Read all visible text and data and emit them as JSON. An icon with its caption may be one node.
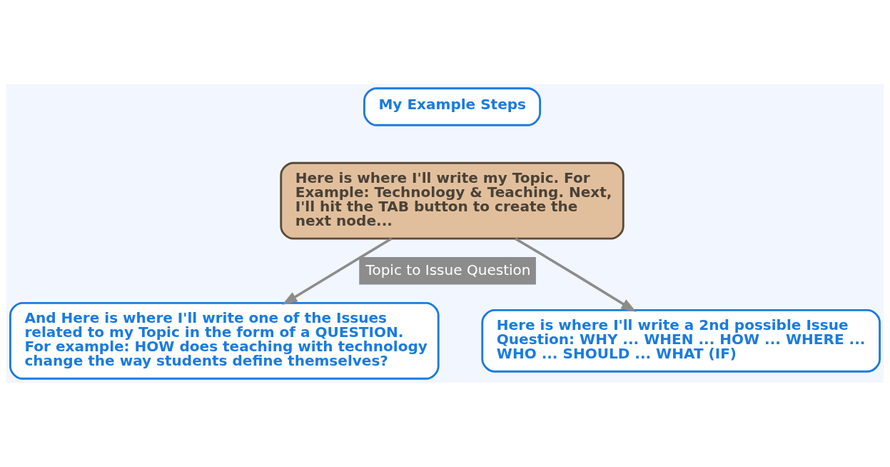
{
  "diagram": {
    "nodes": [
      {
        "text": [
          "My Example Steps"
        ]
      },
      {
        "text": [
          "Here is where I'll write my Topic. For Example: Technology & Teaching. Next, I'll hit the TAB button to create the next node..."
        ]
      },
      {
        "text": [
          "And Here is where I'll write one of the Issues related to my Topic in the form of a QUESTION. For example: HOW does teaching with technology change the way students define themselves?"
        ]
      },
      {
        "text": [
          "Here is where I'll write a 2nd possible Issue Question: WHY ... WHEN ... HOW ... WHERE ... WHO ... SHOULD ... WHAT (IF)"
        ]
      }
    ],
    "edges": [
      {
        "from": 1,
        "to": 2,
        "arrow": "to",
        "label": "Topic to Issue Question"
      },
      {
        "from": 1,
        "to": 3,
        "arrow": "to"
      }
    ]
  }
}
